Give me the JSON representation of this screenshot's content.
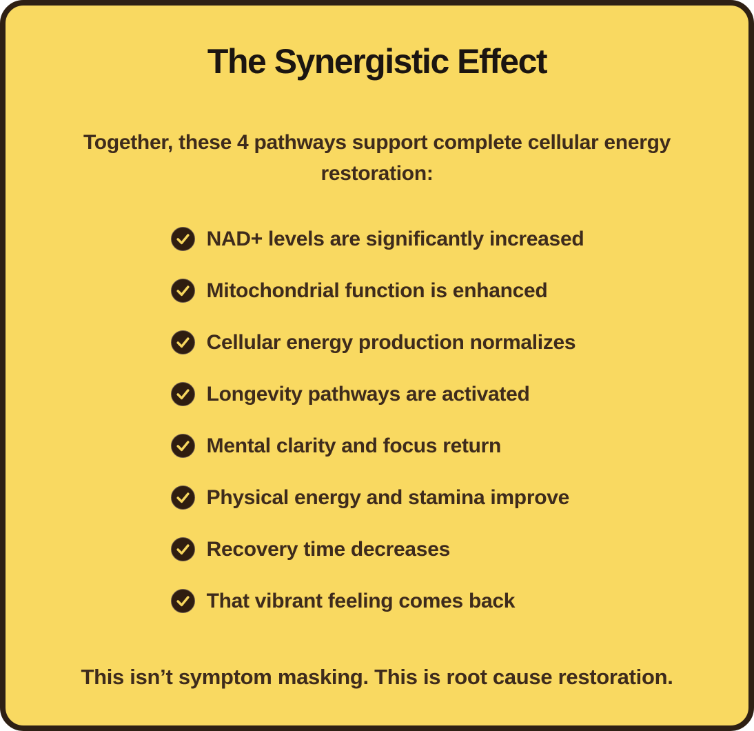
{
  "card": {
    "title": "The Synergistic Effect",
    "subtitle": "Together, these 4 pathways support complete cellular energy restoration:",
    "checklist": {
      "icon": "check-circle-icon",
      "items": [
        "NAD+ levels are significantly increased",
        "Mitochondrial function is enhanced",
        "Cellular energy production normalizes",
        "Longevity pathways are activated",
        "Mental clarity and focus return",
        "Physical energy and stamina improve",
        "Recovery time decreases",
        "That vibrant feeling comes back"
      ]
    },
    "footer": "This isn’t symptom masking. This is root cause restoration.",
    "colors": {
      "card_background": "#f9d961",
      "card_border": "#2e2014",
      "title_text": "#1b1511",
      "body_text": "#3e2b1c",
      "check_circle": "#2f1d10",
      "check_mark": "#f7d65e",
      "page_background": "#ffffff"
    }
  }
}
